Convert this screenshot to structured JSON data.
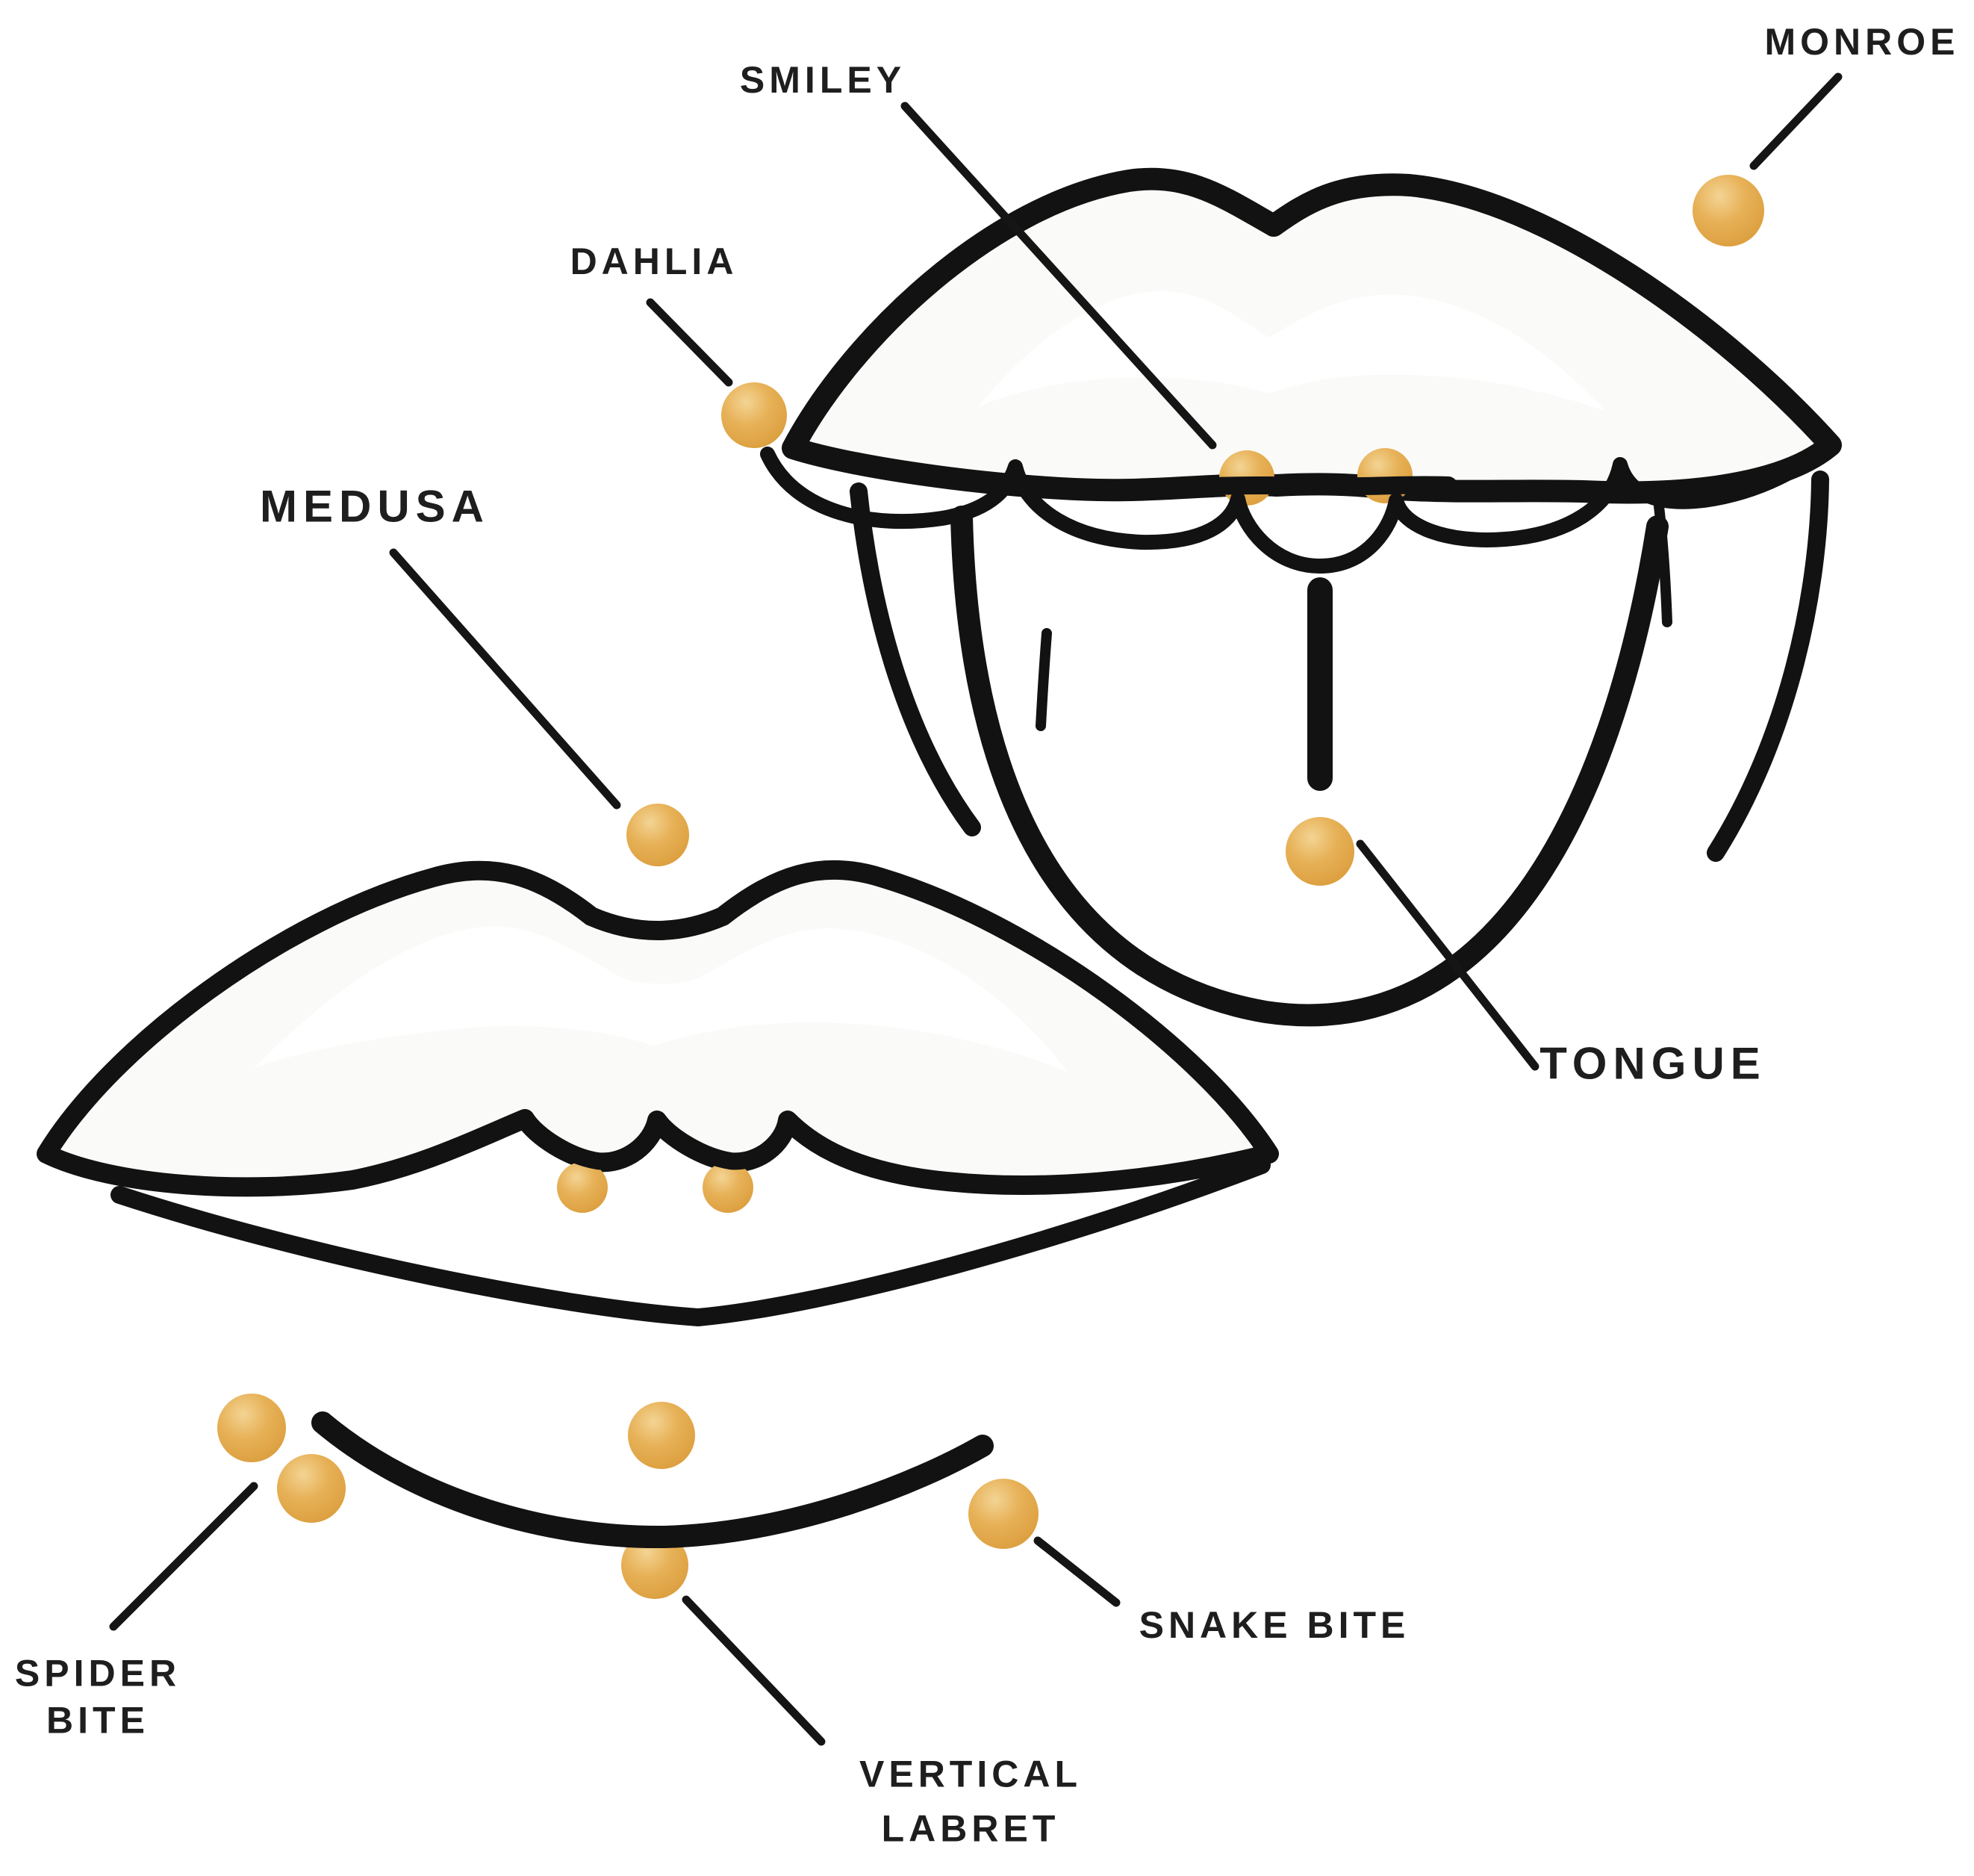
{
  "diagram": {
    "title": "Lip and mouth piercing placement diagram",
    "accent_gold": "#E2A74B",
    "line_color": "#141414",
    "label_color": "#1e1e1e",
    "labels": {
      "smiley": "SMILEY",
      "monroe": "MONROE",
      "dahlia": "DAHLIA",
      "medusa": "MEDUSA",
      "tongue": "TONGUE",
      "spider_bite_line1": "SPIDER",
      "spider_bite_line2": "BITE",
      "snake_bite": "SNAKE BITE",
      "vertical_labret_line1": "VERTICAL",
      "vertical_labret_line2": "LABRET"
    }
  }
}
